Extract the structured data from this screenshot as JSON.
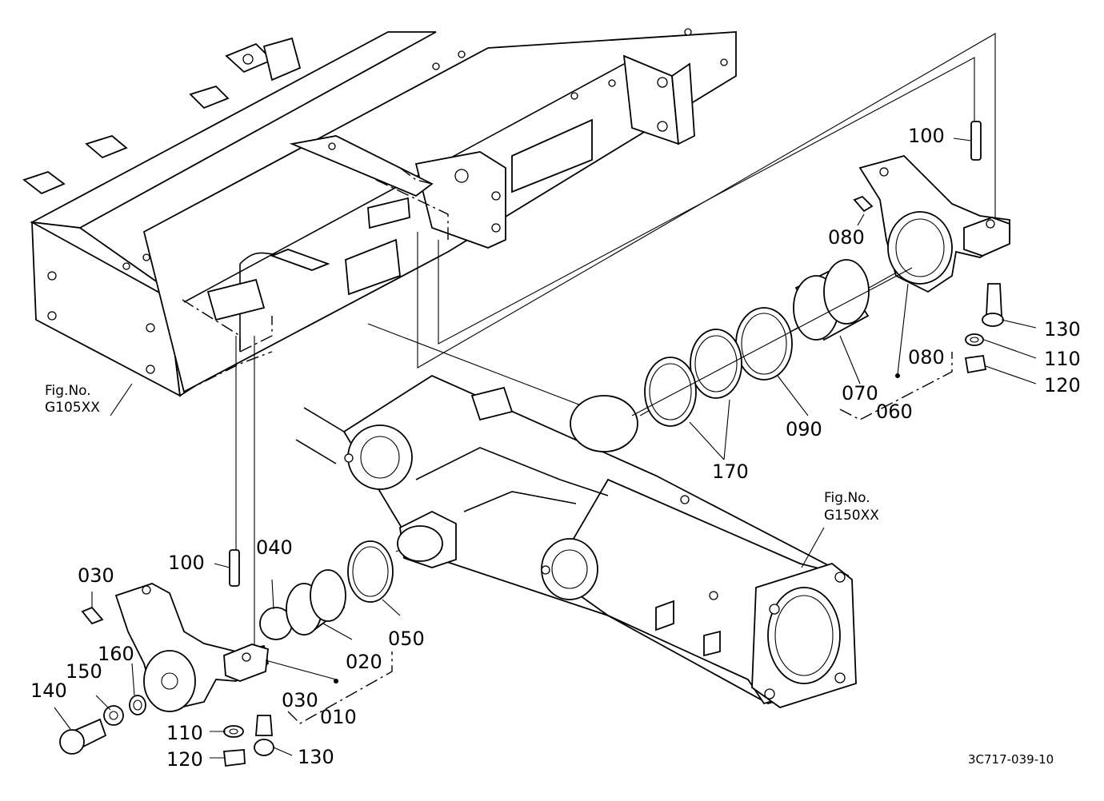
{
  "refs": {
    "upper_fig_label": "Fig.No.",
    "upper_fig_code": "G105XX",
    "lower_fig_label": "Fig.No.",
    "lower_fig_code": "G150XX"
  },
  "callouts": {
    "p010": "010",
    "p020": "020",
    "p030a": "030",
    "p030b": "030",
    "p040": "040",
    "p050": "050",
    "p060": "060",
    "p070": "070",
    "p080a": "080",
    "p080b": "080",
    "p090": "090",
    "p100a": "100",
    "p100b": "100",
    "p110a": "110",
    "p110b": "110",
    "p120a": "120",
    "p120b": "120",
    "p130a": "130",
    "p130b": "130",
    "p140": "140",
    "p150": "150",
    "p160": "160",
    "p170": "170"
  },
  "drawing_code": "3C717-039-10"
}
